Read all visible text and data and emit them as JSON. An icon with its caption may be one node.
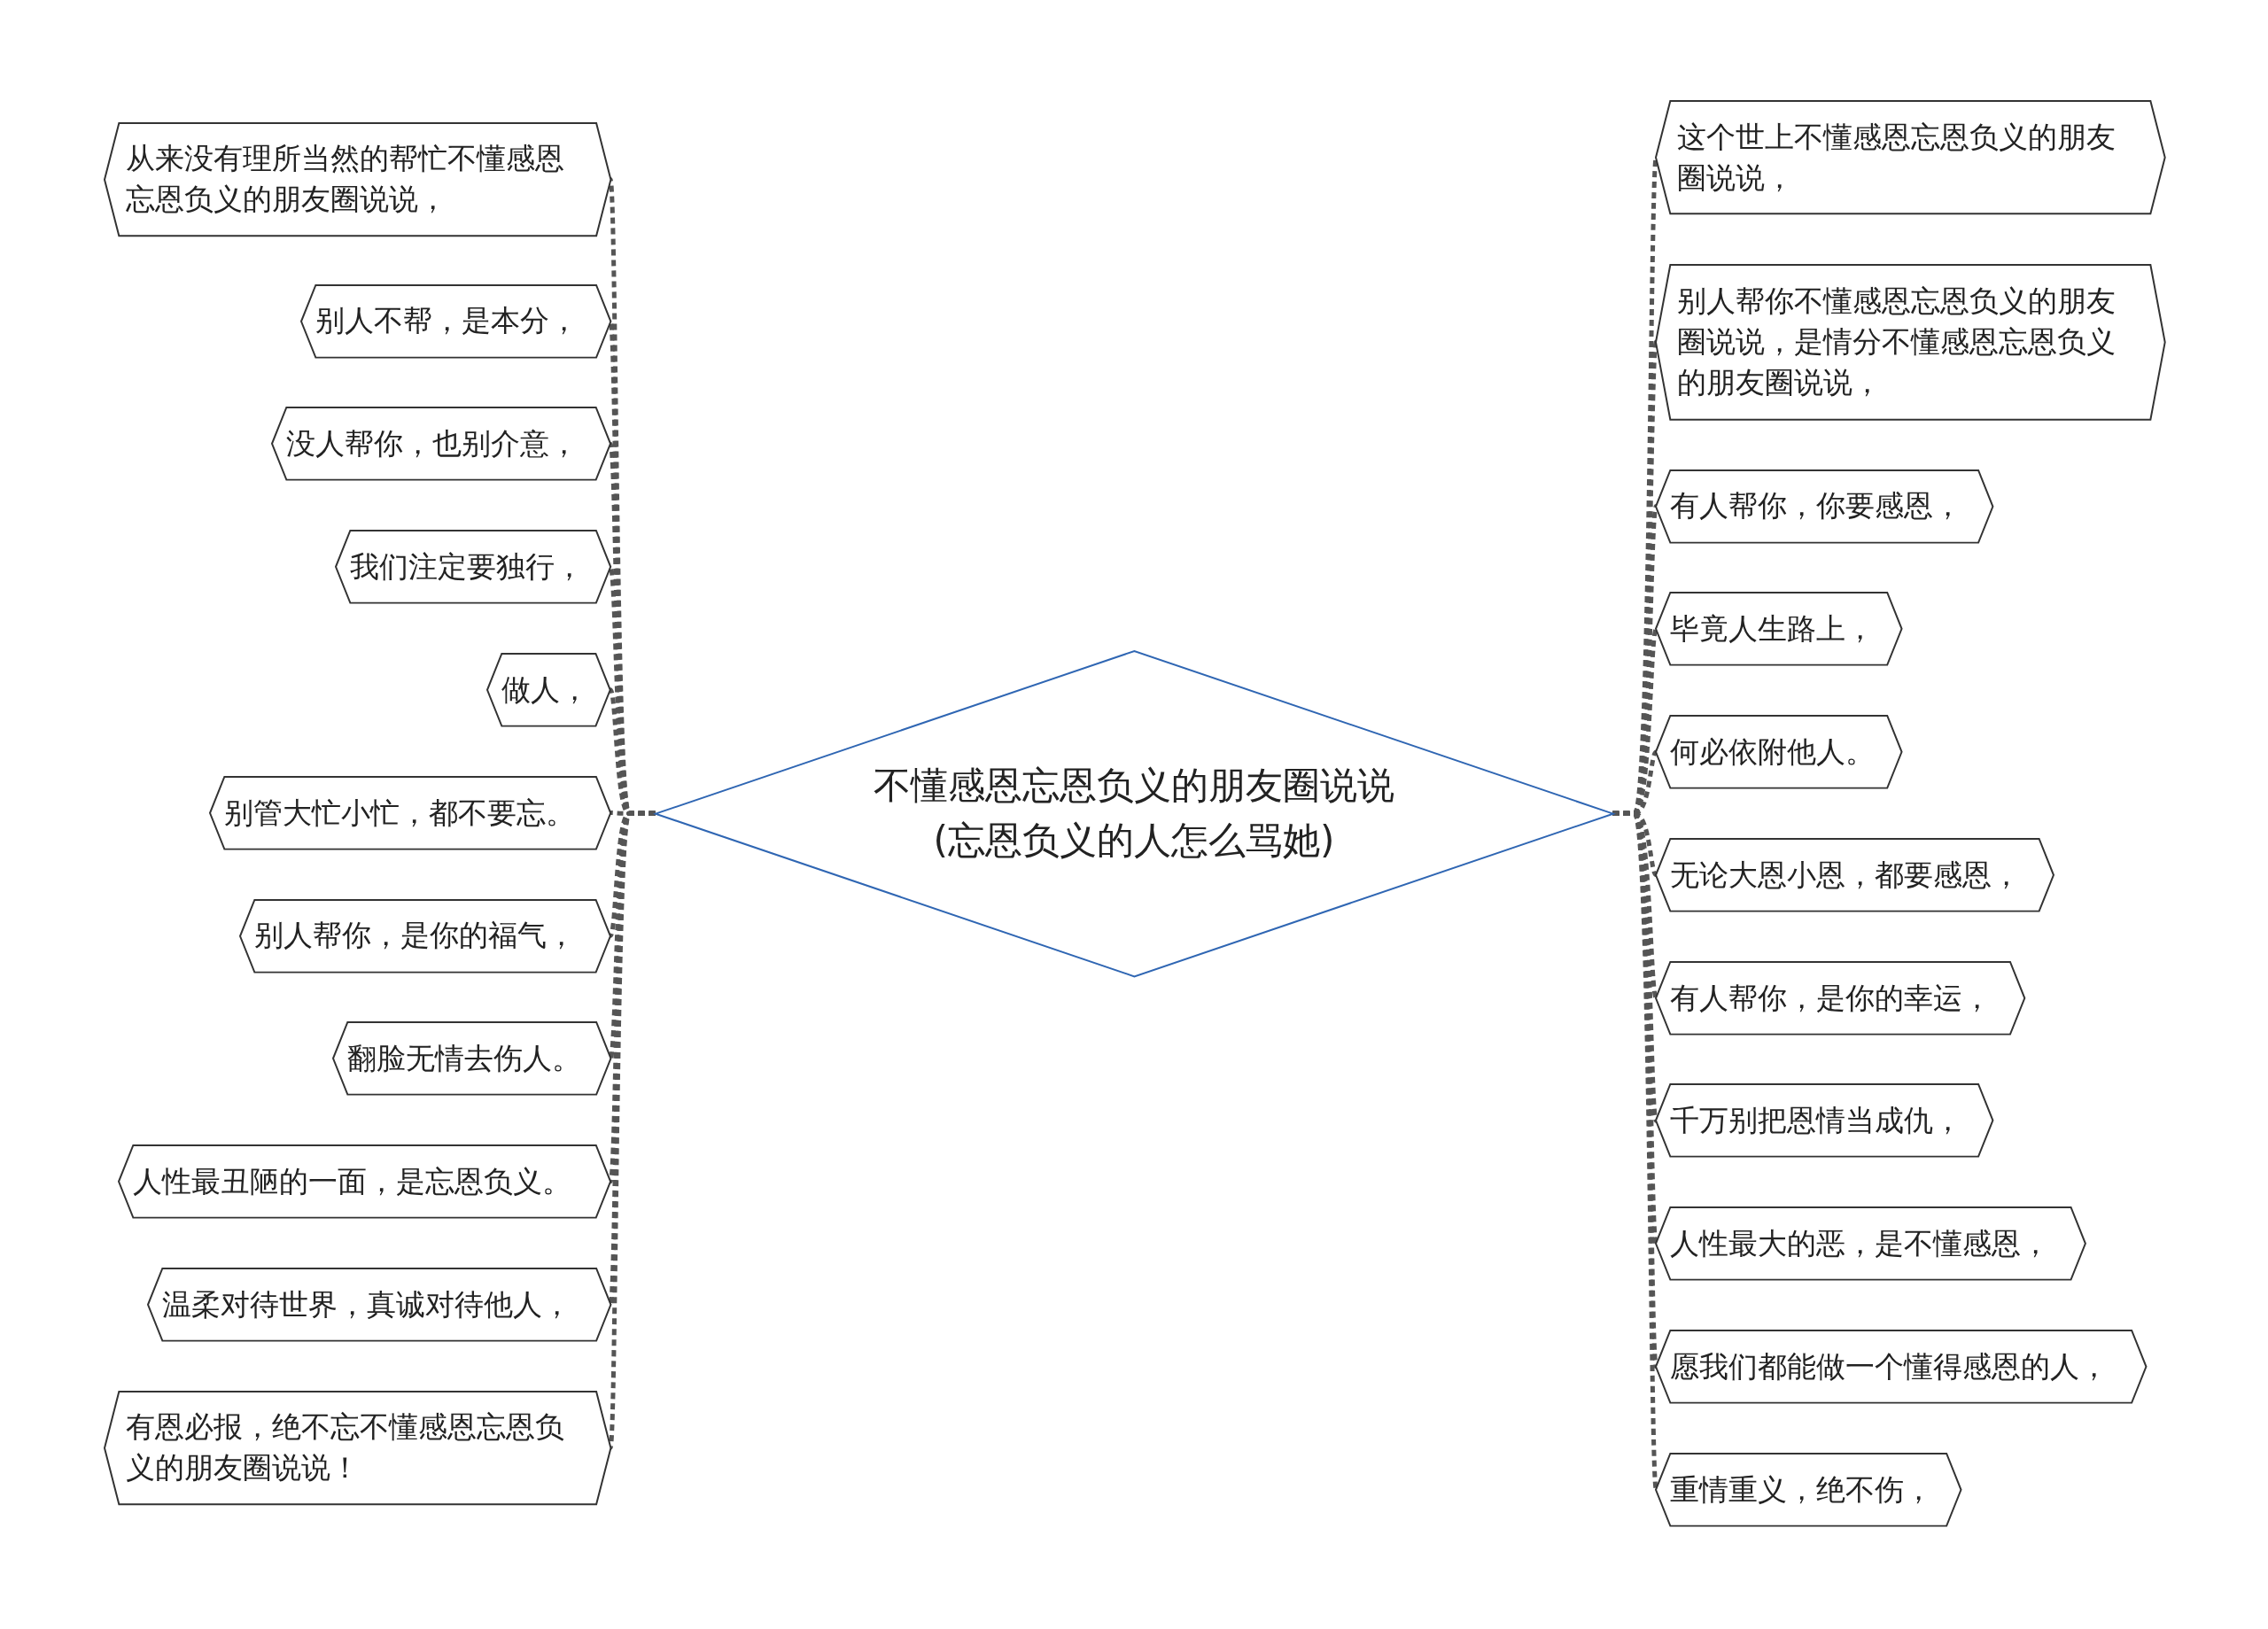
{
  "diagram": {
    "nodes": [
      {
        "text": [
          "不懂感恩忘恩负义的朋友圈说说(忘恩负义的人怎么骂她)"
        ]
      },
      {
        "text": [
          "从来没有理所当然的帮忙不懂感恩忘恩负义的朋友圈说说，"
        ]
      },
      {
        "text": [
          "别人不帮，是本分，"
        ]
      },
      {
        "text": [
          "没人帮你，也别介意，"
        ]
      },
      {
        "text": [
          "我们注定要独行，"
        ]
      },
      {
        "text": [
          "做人，"
        ]
      },
      {
        "text": [
          "别管大忙小忙，都不要忘。"
        ]
      },
      {
        "text": [
          "别人帮你，是你的福气，"
        ]
      },
      {
        "text": [
          "翻脸无情去伤人。"
        ]
      },
      {
        "text": [
          "人性最丑陋的一面，是忘恩负义。"
        ]
      },
      {
        "text": [
          "温柔对待世界，真诚对待他人，"
        ]
      },
      {
        "text": [
          "有恩必报，绝不忘不懂感恩忘恩负义的朋友圈说说！"
        ]
      },
      {
        "text": [
          "这个世上不懂感恩忘恩负义的朋友圈说说，"
        ]
      },
      {
        "text": [
          "别人帮你不懂感恩忘恩负义的朋友圈说说，是情分不懂感恩忘恩负义的朋友圈说说，"
        ]
      },
      {
        "text": [
          "有人帮你，你要感恩，"
        ]
      },
      {
        "text": [
          "毕竟人生路上，"
        ]
      },
      {
        "text": [
          "何必依附他人。"
        ]
      },
      {
        "text": [
          "无论大恩小恩，都要感恩，"
        ]
      },
      {
        "text": [
          "有人帮你，是你的幸运，"
        ]
      },
      {
        "text": [
          "千万别把恩情当成仇，"
        ]
      },
      {
        "text": [
          "人性最大的恶，是不懂感恩，"
        ]
      },
      {
        "text": [
          "愿我们都能做一个懂得感恩的人，"
        ]
      },
      {
        "text": [
          "重情重义，绝不伤，"
        ]
      }
    ],
    "edges": [
      {
        "from": 0,
        "to": 1,
        "arrow": "none",
        "style": "dashed"
      },
      {
        "from": 0,
        "to": 2,
        "arrow": "none",
        "style": "dashed"
      },
      {
        "from": 0,
        "to": 3,
        "arrow": "none",
        "style": "dashed"
      },
      {
        "from": 0,
        "to": 4,
        "arrow": "none",
        "style": "dashed"
      },
      {
        "from": 0,
        "to": 5,
        "arrow": "none",
        "style": "dashed"
      },
      {
        "from": 0,
        "to": 6,
        "arrow": "none",
        "style": "dashed"
      },
      {
        "from": 0,
        "to": 7,
        "arrow": "none",
        "style": "dashed"
      },
      {
        "from": 0,
        "to": 8,
        "arrow": "none",
        "style": "dashed"
      },
      {
        "from": 0,
        "to": 9,
        "arrow": "none",
        "style": "dashed"
      },
      {
        "from": 0,
        "to": 10,
        "arrow": "none",
        "style": "dashed"
      },
      {
        "from": 0,
        "to": 11,
        "arrow": "none",
        "style": "dashed"
      },
      {
        "from": 0,
        "to": 12,
        "arrow": "none",
        "style": "dashed"
      },
      {
        "from": 0,
        "to": 13,
        "arrow": "none",
        "style": "dashed"
      },
      {
        "from": 0,
        "to": 14,
        "arrow": "none",
        "style": "dashed"
      },
      {
        "from": 0,
        "to": 15,
        "arrow": "none",
        "style": "dashed"
      },
      {
        "from": 0,
        "to": 16,
        "arrow": "none",
        "style": "dashed"
      },
      {
        "from": 0,
        "to": 17,
        "arrow": "none",
        "style": "dashed"
      },
      {
        "from": 0,
        "to": 18,
        "arrow": "none",
        "style": "dashed"
      },
      {
        "from": 0,
        "to": 19,
        "arrow": "none",
        "style": "dashed"
      },
      {
        "from": 0,
        "to": 20,
        "arrow": "none",
        "style": "dashed"
      },
      {
        "from": 0,
        "to": 21,
        "arrow": "none",
        "style": "dashed"
      },
      {
        "from": 0,
        "to": 22,
        "arrow": "none",
        "style": "dashed"
      }
    ]
  }
}
